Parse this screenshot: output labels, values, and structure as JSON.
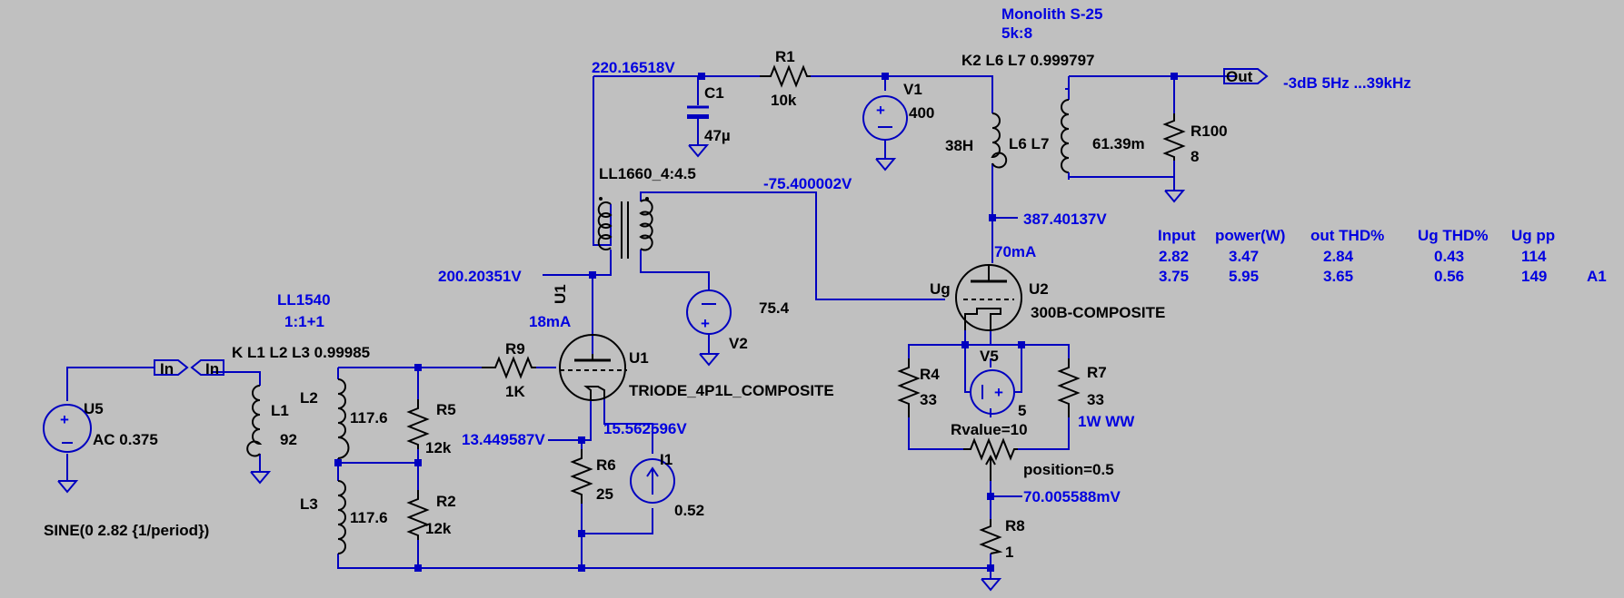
{
  "schematic": {
    "title": "Monolith S-25",
    "ratio": "5k:8",
    "coupling_out": "K2 L6 L7 0.999797",
    "bandwidth": "-3dB  5Hz ...39kHz",
    "coupling_in": "K L1 L2 L3 0.99985",
    "in_xfmr_name": "LL1540",
    "in_xfmr_ratio": "1:1+1",
    "interstage": "LL1660_4:4.5",
    "source_spec": "SINE(0 2.82 {1/period})"
  },
  "nodes": {
    "n220": "220.16518V",
    "n200": "200.20351V",
    "n_bias": "-75.400002V",
    "n387": "387.40137V",
    "n13": "13.449587V",
    "n15": "15.562596V",
    "n70mv": "70.005588mV",
    "i_300b": "70mA",
    "i_u1": "18mA"
  },
  "components": {
    "r1": {
      "name": "R1",
      "value": "10k"
    },
    "c1": {
      "name": "C1",
      "value": "47µ"
    },
    "v1": {
      "name": "V1",
      "value": "400"
    },
    "l6l7": {
      "name": "L6 L7",
      "value": "38H"
    },
    "lsec": {
      "value": "61.39m"
    },
    "r100": {
      "name": "R100",
      "value": "8"
    },
    "v2": {
      "name": "V2",
      "value": "75.4"
    },
    "u2": {
      "name": "U2",
      "model": "300B-COMPOSITE",
      "grid": "Ug"
    },
    "u1": {
      "name": "U1",
      "model": "TRIODE_4P1L_COMPOSITE",
      "rot_label": "U1"
    },
    "r9": {
      "name": "R9",
      "value": "1K"
    },
    "u5": {
      "name": "U5",
      "value": "AC 0.375"
    },
    "l1": {
      "name": "L1",
      "value": "92"
    },
    "l2": {
      "name": "L2",
      "value": "117.6"
    },
    "l3": {
      "name": "L3",
      "value": "117.6"
    },
    "r5": {
      "name": "R5",
      "value": "12k"
    },
    "r2": {
      "name": "R2",
      "value": "12k"
    },
    "r6": {
      "name": "R6",
      "value": "25"
    },
    "i1": {
      "name": "I1",
      "value": "0.52"
    },
    "r4": {
      "name": "R4",
      "value": "33"
    },
    "v5": {
      "name": "V5",
      "value": "5"
    },
    "r7": {
      "name": "R7",
      "value": "33",
      "note": "1W  WW"
    },
    "pot": {
      "value": "Rvalue=10",
      "position": "position=0.5"
    },
    "r8": {
      "name": "R8",
      "value": "1"
    }
  },
  "ports": {
    "in": "In",
    "out": "Out"
  },
  "table": {
    "headers": [
      "Input",
      "power(W)",
      "out THD%",
      "Ug THD%",
      "Ug pp"
    ],
    "rows": [
      [
        "2.82",
        "3.47",
        "2.84",
        "0.43",
        "114",
        ""
      ],
      [
        "3.75",
        "5.95",
        "3.65",
        "0.56",
        "149",
        "A1"
      ]
    ]
  },
  "colors": {
    "background": "#c0c0c0",
    "wire": "#0000c0",
    "node_label": "#0000e0",
    "component": "#000000"
  }
}
